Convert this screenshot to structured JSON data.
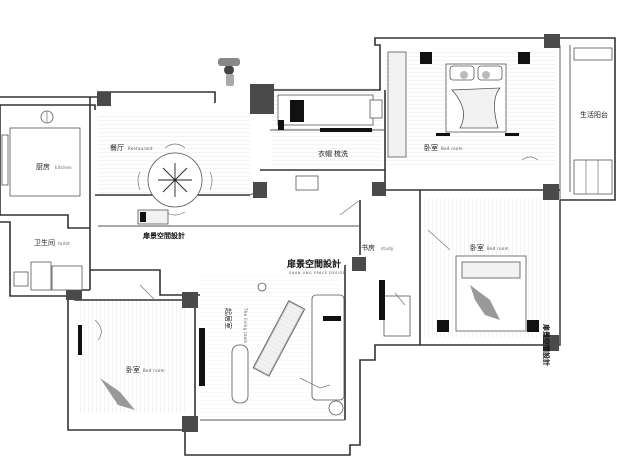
{
  "rooms": {
    "kitchen": {
      "zh": "厨房",
      "en": "kitchen"
    },
    "dining": {
      "zh": "餐厅",
      "en": "Restaurant"
    },
    "cloak": {
      "zh": "衣帽",
      "en": "梳洗"
    },
    "master_bedroom": {
      "zh": "卧室",
      "en": "Bed room"
    },
    "balcony": {
      "zh": "生活阳台",
      "en": ""
    },
    "toilet": {
      "zh": "卫生间",
      "en": "toilet"
    },
    "study": {
      "zh": "书房",
      "en": "study"
    },
    "bedroom_right": {
      "zh": "卧室",
      "en": "Bed room"
    },
    "living": {
      "zh": "起居室",
      "en": "The living room"
    },
    "bedroom_left": {
      "zh": "卧室",
      "en": "Bed room"
    }
  },
  "watermarks": [
    {
      "text": "扉景空間設計",
      "sub": ""
    },
    {
      "text": "扉景空間設計",
      "sub": "SHAN JING SPACE DESIGN"
    },
    {
      "text": "扉景空間設計",
      "sub": ""
    }
  ],
  "colors": {
    "wall": "#333333",
    "column": "#4a4a4a",
    "floor_hatch": "#cfcfcf",
    "accent": "#111111"
  }
}
